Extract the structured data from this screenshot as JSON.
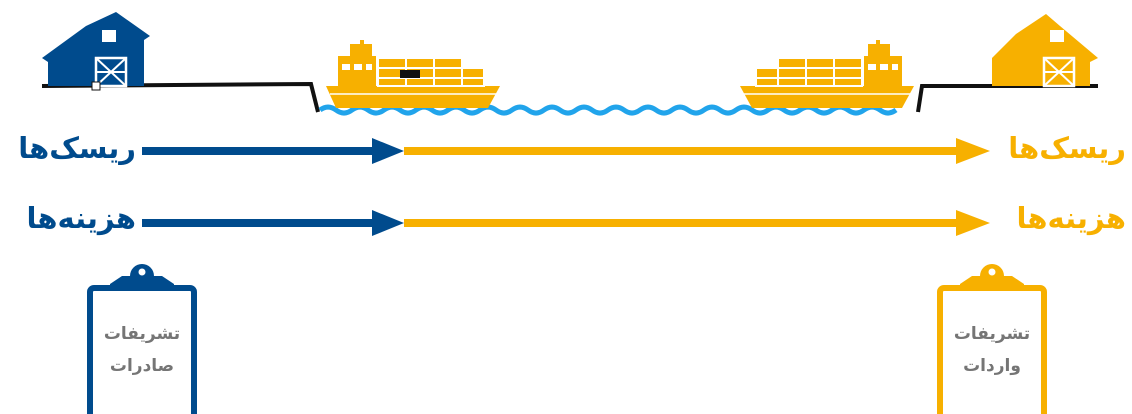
{
  "colors": {
    "export": "#004b8d",
    "import": "#f7b000",
    "water": "#21a4eb",
    "ground": "#111111",
    "clipboard_text": "#757575"
  },
  "left": {
    "risks_label": "ریسک‌ها",
    "costs_label": "هزینه‌ها",
    "clipboard_line1": "تشریفات",
    "clipboard_line2": "صادرات"
  },
  "right": {
    "risks_label": "ریسک‌ها",
    "costs_label": "هزینه‌ها",
    "clipboard_line1": "تشریفات",
    "clipboard_line2": "واردات"
  },
  "icons": [
    "warehouse-icon",
    "cargo-ship-icon",
    "clipboard-icon",
    "arrow-icon"
  ]
}
